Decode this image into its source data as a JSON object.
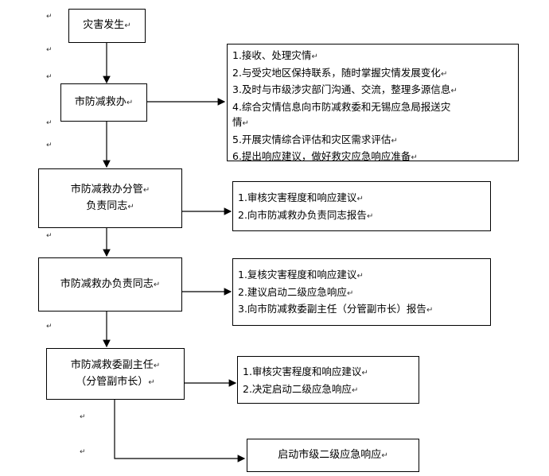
{
  "para_mark": "↵",
  "nodes": {
    "disaster": "灾害发生",
    "office": "市防减救办",
    "office_deputy_l1": "市防减救办分管",
    "office_deputy_l2": "负责同志",
    "office_chief": "市防减救办负责同志",
    "vice_chair_l1": "市防减救委副主任",
    "vice_chair_l2": "（分管副市长）",
    "start_response": "启动市级二级应急响应"
  },
  "office_tasks": [
    "1.接收、处理灾情",
    "2.与受灾地区保持联系，随时掌握灾情发展变化",
    "3.及时与市级涉灾部门沟通、交流，整理多源信息",
    "4.综合灾情信息向市防减救委和无锡应急局报送灾",
    "情",
    "5.开展灾情综合评估和灾区需求评估",
    "6.提出响应建议，做好救灾应急响应准备"
  ],
  "deputy_tasks": [
    "1.审核灾害程度和响应建议",
    "2.向市防减救办负责同志报告"
  ],
  "chief_tasks": [
    "1.复核灾害程度和响应建议",
    "2.建议启动二级应急响应",
    "3.向市防减救委副主任（分管副市长）报告"
  ],
  "vice_chair_tasks": [
    "1.审核灾害程度和响应建议",
    "2.决定启动二级应急响应"
  ]
}
